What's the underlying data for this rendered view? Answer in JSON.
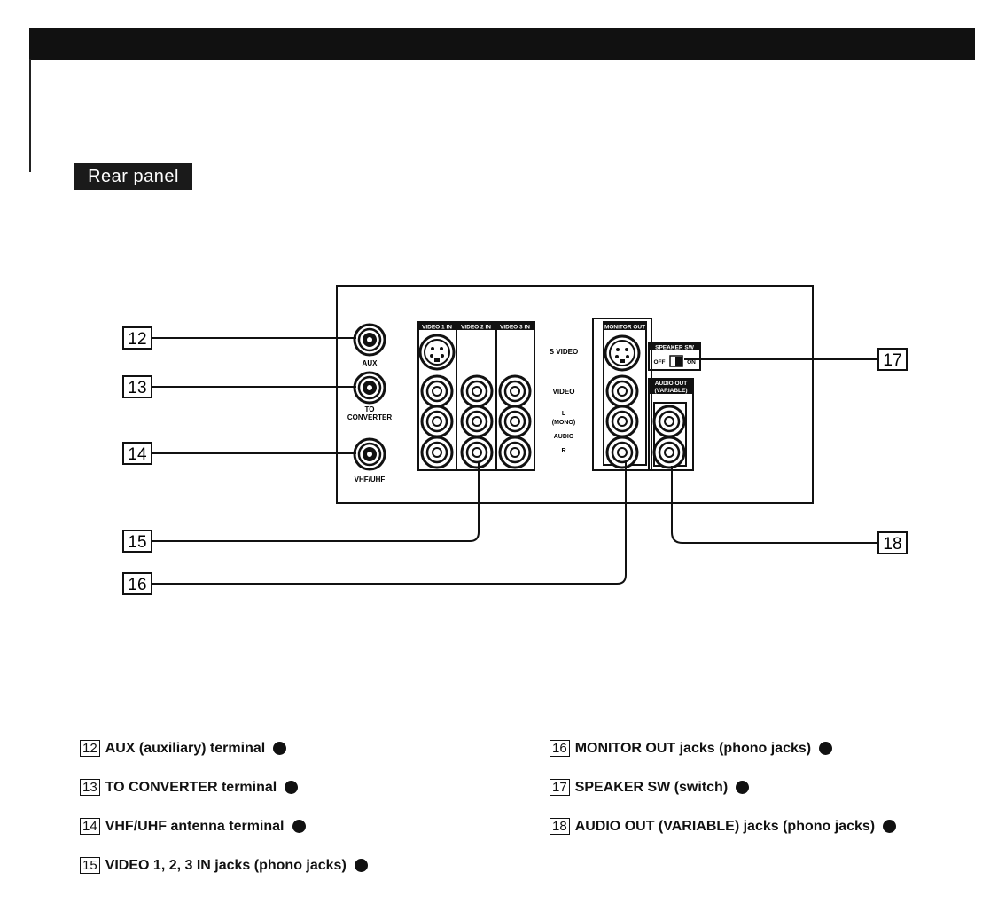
{
  "section_tag": "Rear panel",
  "panel": {
    "aux_label": "AUX",
    "to_converter_label_1": "TO",
    "to_converter_label_2": "CONVERTER",
    "vhf_uhf_label": "VHF/UHF",
    "video1_header": "VIDEO 1 IN",
    "video2_header": "VIDEO 2 IN",
    "video3_header": "VIDEO 3 IN",
    "monitor_out_header": "MONITOR OUT",
    "s_video_label": "S VIDEO",
    "video_label": "VIDEO",
    "l_label": "L",
    "mono_label": "(MONO)",
    "audio_label": "AUDIO",
    "r_label": "R",
    "speaker_sw_header": "SPEAKER SW",
    "off_label": "OFF",
    "on_label": "ON",
    "audio_out_header_1": "AUDIO OUT",
    "audio_out_header_2": "(VARIABLE)"
  },
  "callouts": {
    "c12": "12",
    "c13": "13",
    "c14": "14",
    "c15": "15",
    "c16": "16",
    "c17": "17",
    "c18": "18"
  },
  "captions": [
    {
      "num": "12",
      "text": "AUX (auxiliary) terminal"
    },
    {
      "num": "13",
      "text": "TO CONVERTER terminal"
    },
    {
      "num": "14",
      "text": "VHF/UHF antenna terminal"
    },
    {
      "num": "15",
      "text": "VIDEO 1, 2, 3 IN jacks (phono jacks)"
    },
    {
      "num": "16",
      "text": "MONITOR OUT jacks (phono jacks)"
    },
    {
      "num": "17",
      "text": "SPEAKER SW (switch)"
    },
    {
      "num": "18",
      "text": "AUDIO OUT (VARIABLE) jacks (phono jacks)"
    }
  ]
}
